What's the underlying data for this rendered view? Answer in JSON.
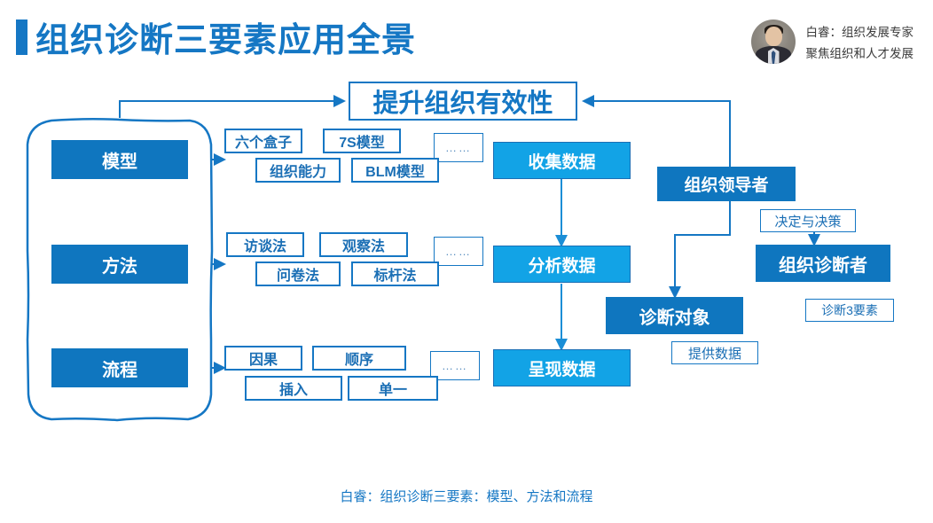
{
  "header": {
    "title": "组织诊断三要素应用全景",
    "accent_color": "#1577c4",
    "author": {
      "line1": "白睿：组织发展专家",
      "line2": "聚焦组织和人才发展",
      "avatar_name": "author-portrait"
    }
  },
  "hero": {
    "label": "提升组织有效性"
  },
  "left_pillars": [
    {
      "label": "模型"
    },
    {
      "label": "方法"
    },
    {
      "label": "流程"
    }
  ],
  "detail_rows": [
    {
      "owner": "模型",
      "top": [
        "六个盒子",
        "7S模型"
      ],
      "bottom": [
        "组织能力",
        "BLM模型"
      ],
      "more": "……"
    },
    {
      "owner": "方法",
      "top": [
        "访谈法",
        "观察法"
      ],
      "bottom": [
        "问卷法",
        "标杆法"
      ],
      "more": "……"
    },
    {
      "owner": "流程",
      "top": [
        "因果",
        "顺序"
      ],
      "bottom": [
        "插入",
        "单一"
      ],
      "more": "……"
    }
  ],
  "data_flow": [
    {
      "label": "收集数据"
    },
    {
      "label": "分析数据"
    },
    {
      "label": "呈现数据"
    }
  ],
  "roles": {
    "leader": "组织领导者",
    "diagnostician": "组织诊断者",
    "subject": "诊断对象"
  },
  "edge_labels": {
    "decision": "决定与决策",
    "three_elements": "诊断3要素",
    "provide_data": "提供数据"
  },
  "footer": {
    "caption": "白睿：组织诊断三要素：模型、方法和流程"
  },
  "colors": {
    "brand_blue": "#1577c4",
    "fill_blue": "#0f76bf",
    "fill_cyan": "#12a3e6",
    "text_dark": "#3b3b3b"
  }
}
